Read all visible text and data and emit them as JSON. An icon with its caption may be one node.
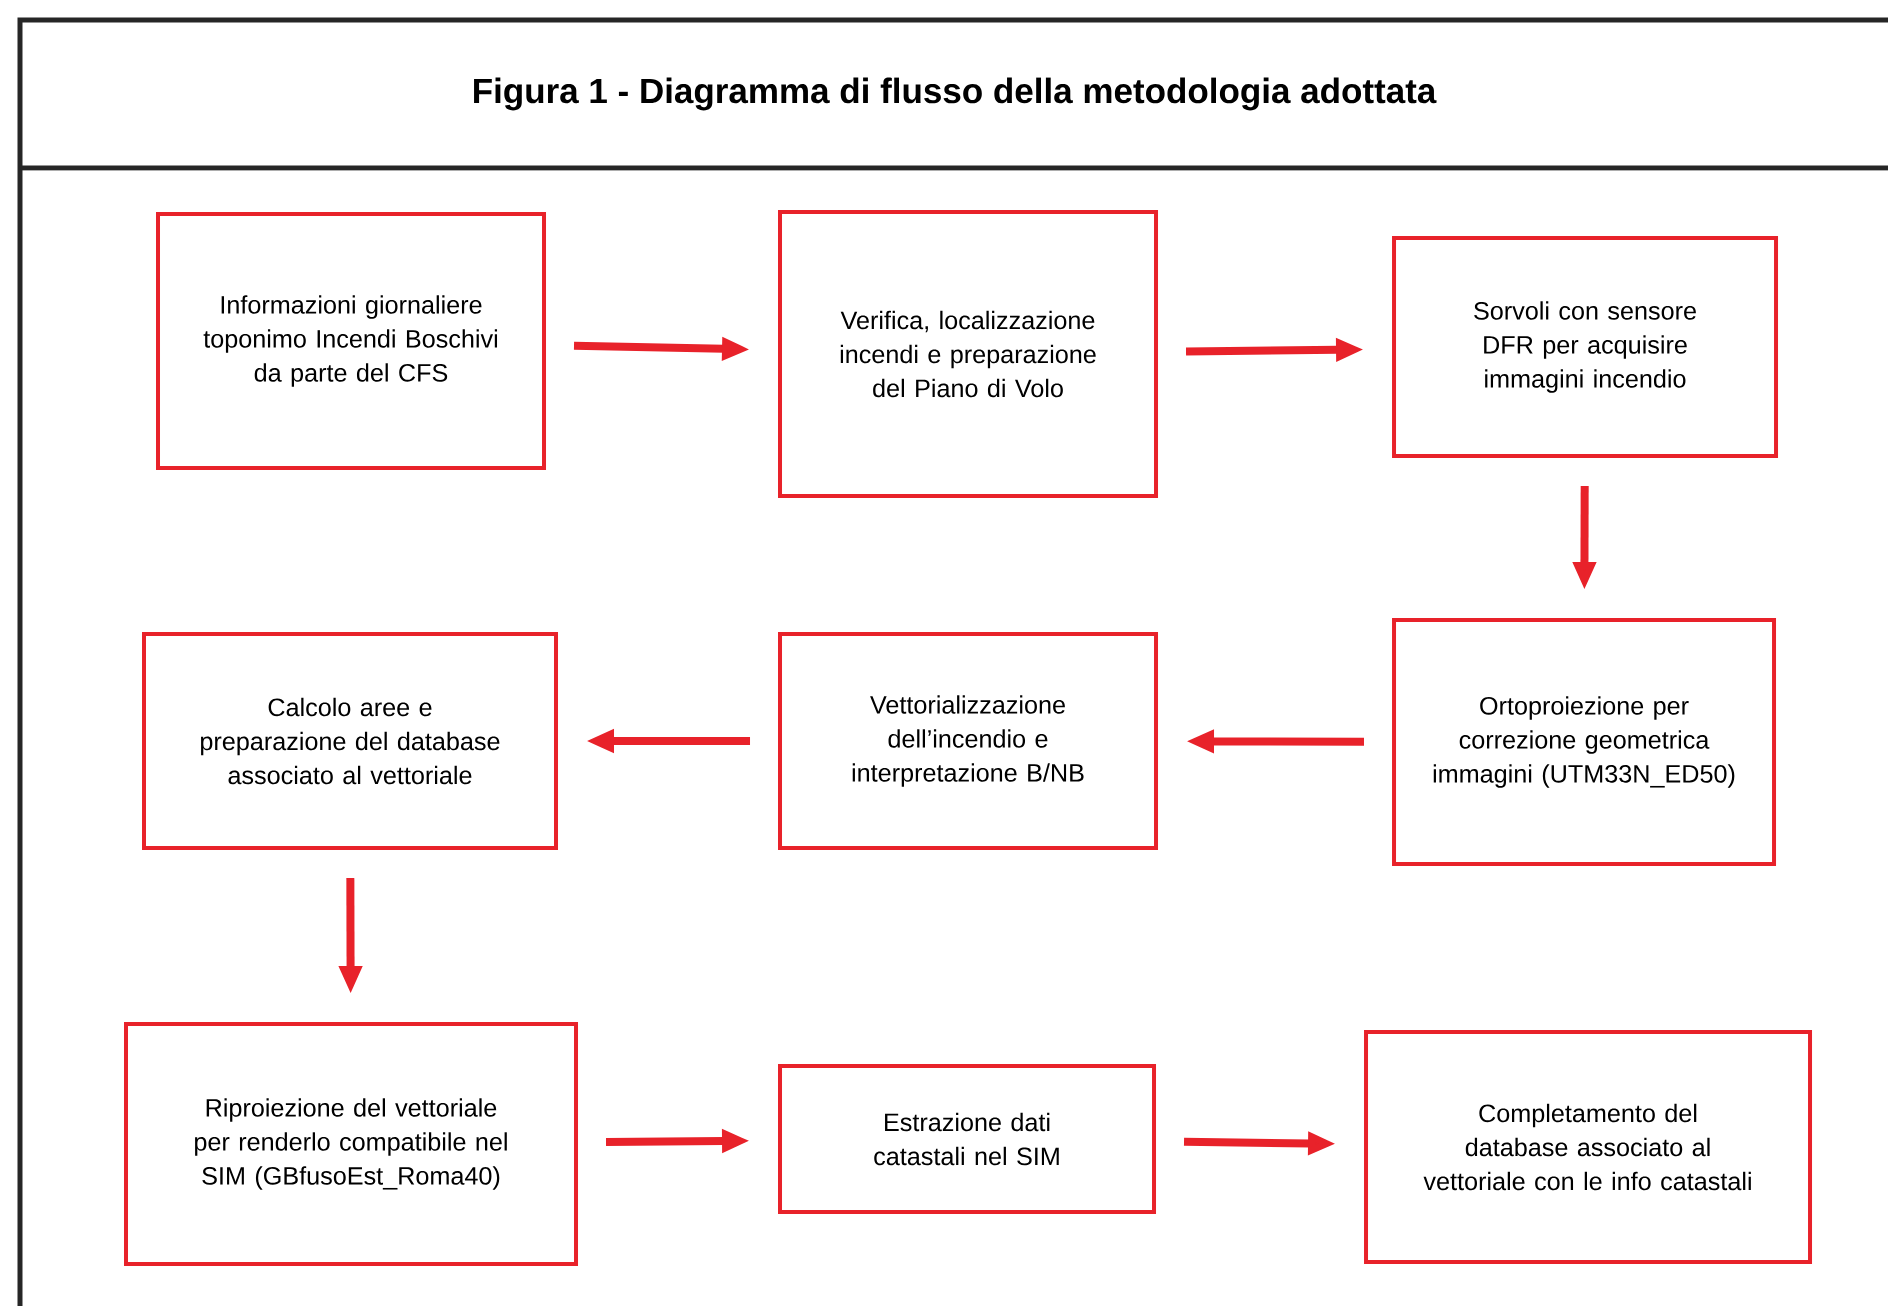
{
  "diagram": {
    "title": "Figura 1 - Diagramma di flusso della metodologia adottata",
    "nodes": [
      {
        "text": [
          "Informazioni giornaliere toponimo Incendi Boschivi da parte del CFS"
        ]
      },
      {
        "text": [
          "Verifica, localizzazione incendi e preparazione del Piano di Volo"
        ]
      },
      {
        "text": [
          "Sorvoli con sensore DFR per acquisire immagini incendio"
        ]
      },
      {
        "text": [
          "Ortoproiezione per correzione geometrica immagini (UTM33N_ED50)"
        ]
      },
      {
        "text": [
          "Vettorializzazione dell’incendio e interpretazione B/NB"
        ]
      },
      {
        "text": [
          "Calcolo aree e preparazione del database associato al vettoriale"
        ]
      },
      {
        "text": [
          "Riproiezione del vettoriale per renderlo compatibile nel SIM (GBfusoEst_Roma40)"
        ]
      },
      {
        "text": [
          "Estrazione dati catastali nel SIM"
        ]
      },
      {
        "text": [
          "Completamento del database associato al vettoriale con le info catastali"
        ]
      }
    ],
    "edges": [
      {
        "from": 0,
        "to": 1,
        "arrow": "to"
      },
      {
        "from": 1,
        "to": 2,
        "arrow": "to"
      },
      {
        "from": 2,
        "to": 3,
        "arrow": "to"
      },
      {
        "from": 3,
        "to": 4,
        "arrow": "to"
      },
      {
        "from": 4,
        "to": 5,
        "arrow": "to"
      },
      {
        "from": 5,
        "to": 6,
        "arrow": "to"
      },
      {
        "from": 6,
        "to": 7,
        "arrow": "to"
      },
      {
        "from": 7,
        "to": 8,
        "arrow": "to"
      }
    ]
  }
}
